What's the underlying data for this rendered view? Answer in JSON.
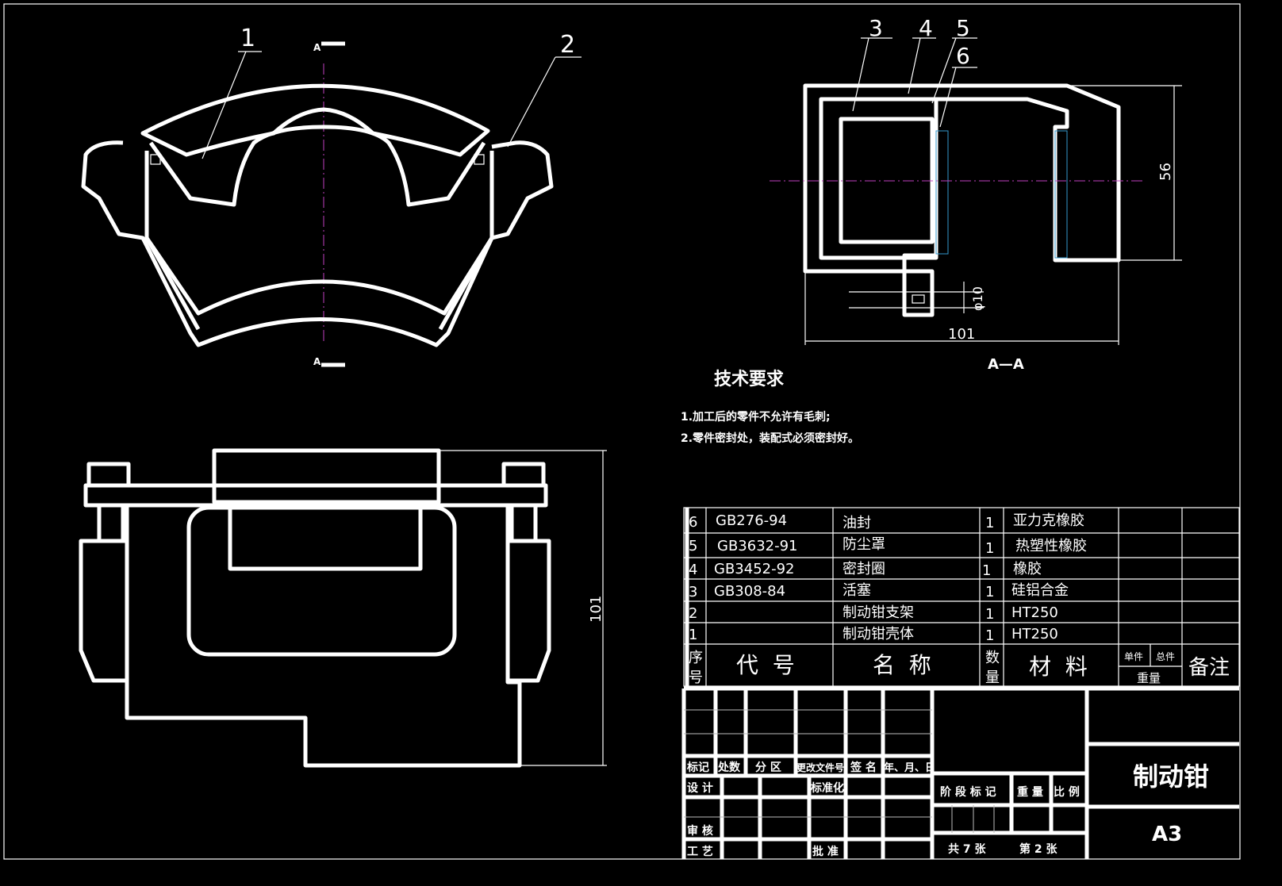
{
  "balloons": [
    "1",
    "2",
    "3",
    "4",
    "5",
    "6"
  ],
  "section_label": "A",
  "section_title": "A—A",
  "dimensions": {
    "height_56": "56",
    "width_101": "101",
    "dia_10": "φ10",
    "front_101": "101"
  },
  "tech_requirements": {
    "title": "技术要求",
    "items": [
      "1.加工后的零件不允许有毛刺;",
      "2.零件密封处，装配式必须密封好。"
    ]
  },
  "parts_list": {
    "rows": [
      {
        "no": "6",
        "code": "GB276-94",
        "name": "油封",
        "qty": "1",
        "material": "亚力克橡胶"
      },
      {
        "no": "5",
        "code": "GB3632-91",
        "name": "防尘罩",
        "qty": "1",
        "material": "热塑性橡胶"
      },
      {
        "no": "4",
        "code": "GB3452-92",
        "name": "密封圈",
        "qty": "1",
        "material": "橡胶"
      },
      {
        "no": "3",
        "code": "GB308-84",
        "name": "活塞",
        "qty": "1",
        "material": "硅铝合金"
      },
      {
        "no": "2",
        "code": "",
        "name": "制动钳支架",
        "qty": "1",
        "material": "HT250"
      },
      {
        "no": "1",
        "code": "",
        "name": "制动钳壳体",
        "qty": "1",
        "material": "HT250"
      }
    ],
    "header": {
      "no_1": "序",
      "no_2": "号",
      "code": "代  号",
      "name": "名  称",
      "qty_1": "数",
      "qty_2": "量",
      "material": "材  料",
      "unit": "单件",
      "total": "总件",
      "weight": "重量",
      "remark": "备注"
    }
  },
  "title_block": {
    "labels": [
      "标记",
      "处数",
      "分 区",
      "更改文件号",
      "签 名",
      "年、月、日"
    ],
    "design": "设 计",
    "standard": "标准化",
    "review": "审 核",
    "process": "工 艺",
    "approve": "批 准",
    "stage": "阶 段 标 记",
    "weight": "重 量",
    "scale": "比 例",
    "sheets": "共 7 张",
    "sheet_no": "第 2 张",
    "drawing_name": "制动钳",
    "format": "A3"
  }
}
